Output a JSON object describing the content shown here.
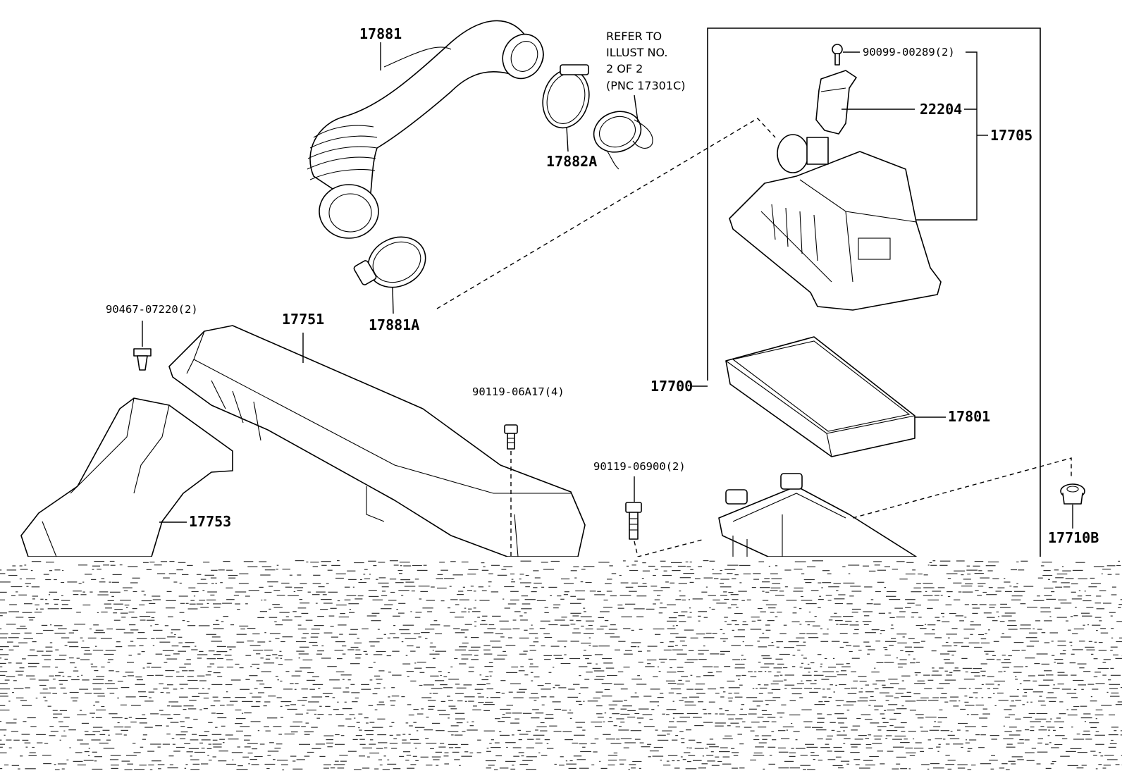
{
  "diagram": {
    "note": {
      "lines": [
        "REFER TO",
        "ILLUST NO.",
        "2 OF 2",
        "(PNC 17301C)"
      ]
    },
    "labels": {
      "p17881": "17881",
      "p17882A": "17882A",
      "p17881A": "17881A",
      "p90099": "90099-00289(2)",
      "p22204": "22204",
      "p17705": "17705",
      "p90467": "90467-07220(2)",
      "p17751": "17751",
      "p90119a": "90119-06A17(4)",
      "p17700": "17700",
      "p17801": "17801",
      "p90119b": "90119-06900(2)",
      "p17753": "17753",
      "p17710B": "17710B"
    }
  }
}
